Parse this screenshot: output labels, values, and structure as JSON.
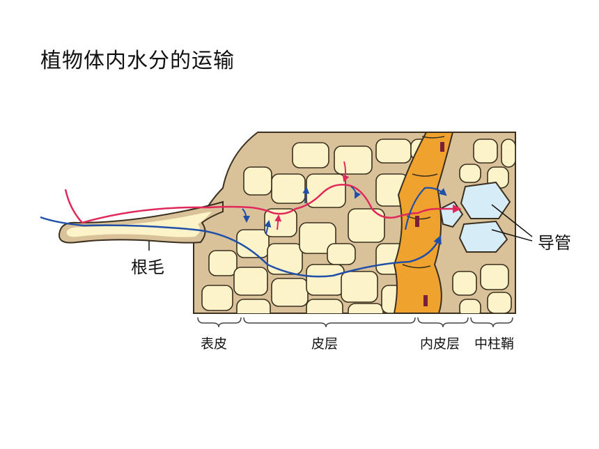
{
  "title": "植物体内水分的运输",
  "labels": {
    "root_hair": "根毛",
    "vessel": "导管",
    "epidermis": "表皮",
    "cortex": "皮层",
    "endodermis": "内皮层",
    "pericycle": "中柱鞘"
  },
  "colors": {
    "cell_fill": "#fdf3c8",
    "cell_wall": "#d9c29a",
    "cell_outline": "#3a2e1e",
    "endodermis": "#f0a22e",
    "vessel_fill": "#d6ecf7",
    "path_red": "#e0285a",
    "path_blue": "#1f4fa8",
    "casparian_strip": "#7a1f3a"
  }
}
